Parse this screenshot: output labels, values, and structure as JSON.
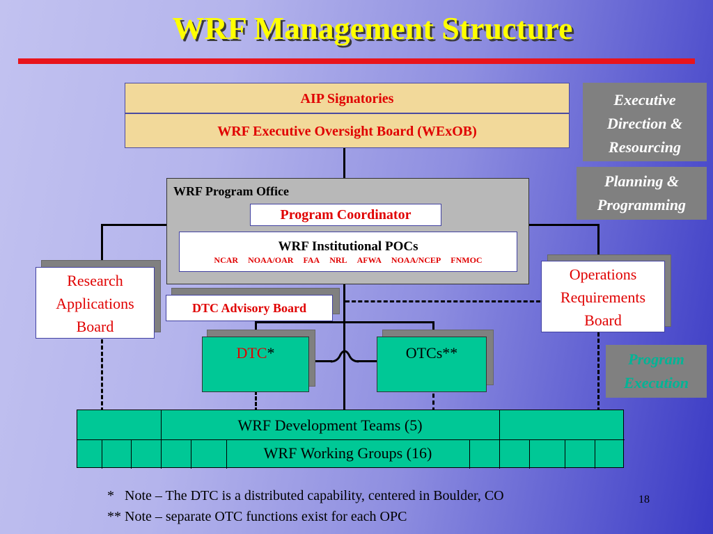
{
  "title": "WRF Management Structure",
  "aip": "AIP Signatories",
  "wexob": "WRF Executive Oversight Board (WExOB)",
  "side": {
    "exec": [
      "Executive",
      "Direction &",
      "Resourcing"
    ],
    "planning": [
      "Planning &",
      "Programming"
    ],
    "execution": [
      "Program",
      "Execution"
    ]
  },
  "program_office": {
    "label": "WRF Program Office",
    "coordinator": "Program Coordinator",
    "pocs_title": "WRF Institutional POCs",
    "pocs": [
      "NCAR",
      "NOAA/OAR",
      "FAA",
      "NRL",
      "AFWA",
      "NOAA/NCEP",
      "FNMOC"
    ]
  },
  "rab": [
    "Research",
    "Applications",
    "Board"
  ],
  "orb": [
    "Operations",
    "Requirements",
    "Board"
  ],
  "dtc_advisory": "DTC Advisory Board",
  "dtc": {
    "name": "DTC",
    "mark": "*"
  },
  "otcs": "OTCs**",
  "dev_teams": "WRF Development Teams (5)",
  "working_groups": "WRF Working Groups (16)",
  "notes": [
    "*   Note – The DTC is a distributed capability, centered in Boulder, CO",
    "** Note – separate OTC functions exist for each OPC"
  ],
  "page_number": "18",
  "colors": {
    "title": "#ffff00",
    "accent_red": "#e00000",
    "green": "#00c896",
    "teal_text": "#00b496"
  }
}
